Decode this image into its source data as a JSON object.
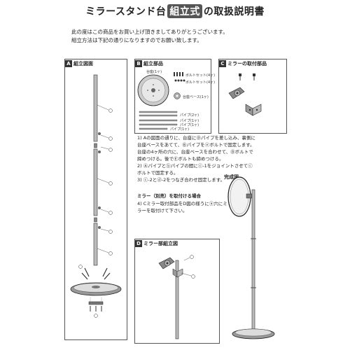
{
  "title": {
    "prefix": "ミラースタンド台",
    "boxed": "組立式",
    "suffix": "の取扱説明書"
  },
  "intro": [
    "此の度はこの商品をお買い上げ頂きましてありがとうございます。",
    "組立方法は下記の通りになりますのでお願い致します。"
  ],
  "sections": {
    "A": {
      "tag": "A",
      "title": "組立図面"
    },
    "B": {
      "tag": "B",
      "title": "組立部品"
    },
    "C": {
      "tag": "C",
      "title": "ミラーの取付部品"
    },
    "D": {
      "tag": "D",
      "title": "ミラー部組立図"
    }
  },
  "parts": {
    "base": "台座(1ヶ)",
    "bolt_set_a": "ボルトセット(4ヶ)",
    "bolt_set_b": "ボルトセット(4ヶ)",
    "base_plate": "台座ベース(1ヶ)",
    "pipe_2": "パイプ(2ヶ)",
    "pipe_a": "パイプ(1ヶ)",
    "pipe_b": "パイプ(1ヶ)",
    "pipe_c": "パイプ(1ヶ)"
  },
  "steps": [
    "1) Aの図面の通りに、台座にⒹパイプを差し込み、裏側に台座ベースをあてて、Ⓑパイプをⓔボルトで固定します。台座の4ヶ所の穴に、台座ベースを合わせて、Ⓓボルトで締めつける。後でⒺボルトも締めつける。",
    "2) Ⓐパイプとⓑパイプの間にⓒ-1をジョイントさせてⓒボルトで固定する。",
    "3) ⓒ-2とⓓ-2をつなぎ合わせ固定します。"
  ],
  "kansei": "完成図",
  "mirror": {
    "title": "ミラー（別売）を取付ける場合",
    "text": "4) Cミラー取付部品をD図の様うにⓐ穴にミラーを取付けて下さい。"
  }
}
